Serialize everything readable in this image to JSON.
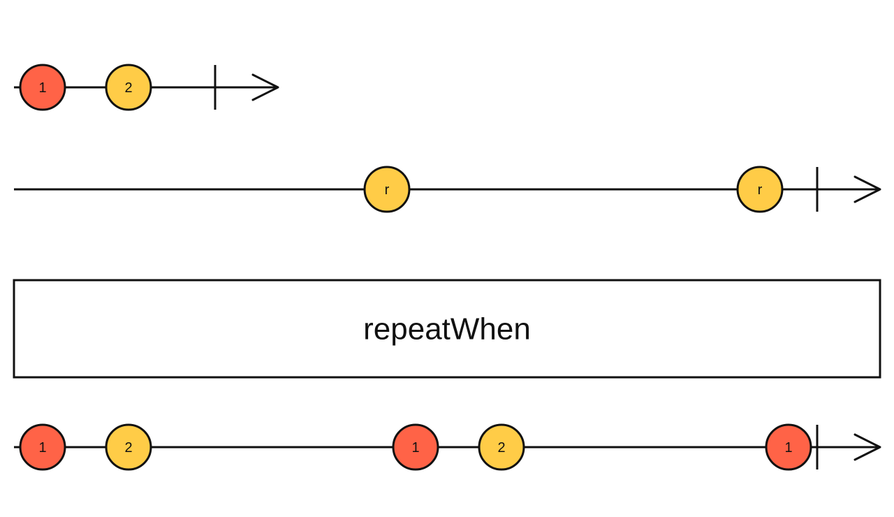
{
  "operator": {
    "label": "repeatWhen"
  },
  "colors": {
    "red_marble": "#ff6347",
    "yellow_marble": "#ffcc47",
    "stroke": "#111111",
    "background": "#ffffff"
  },
  "timelines": {
    "source": {
      "marbles": [
        {
          "label": "1",
          "color": "red"
        },
        {
          "label": "2",
          "color": "yellow"
        }
      ],
      "completes": true
    },
    "notifier": {
      "marbles": [
        {
          "label": "r",
          "color": "yellow"
        },
        {
          "label": "r",
          "color": "yellow"
        }
      ],
      "completes": true
    },
    "output": {
      "marbles": [
        {
          "label": "1",
          "color": "red"
        },
        {
          "label": "2",
          "color": "yellow"
        },
        {
          "label": "1",
          "color": "red"
        },
        {
          "label": "2",
          "color": "yellow"
        },
        {
          "label": "1",
          "color": "red"
        }
      ],
      "completes": true
    }
  }
}
